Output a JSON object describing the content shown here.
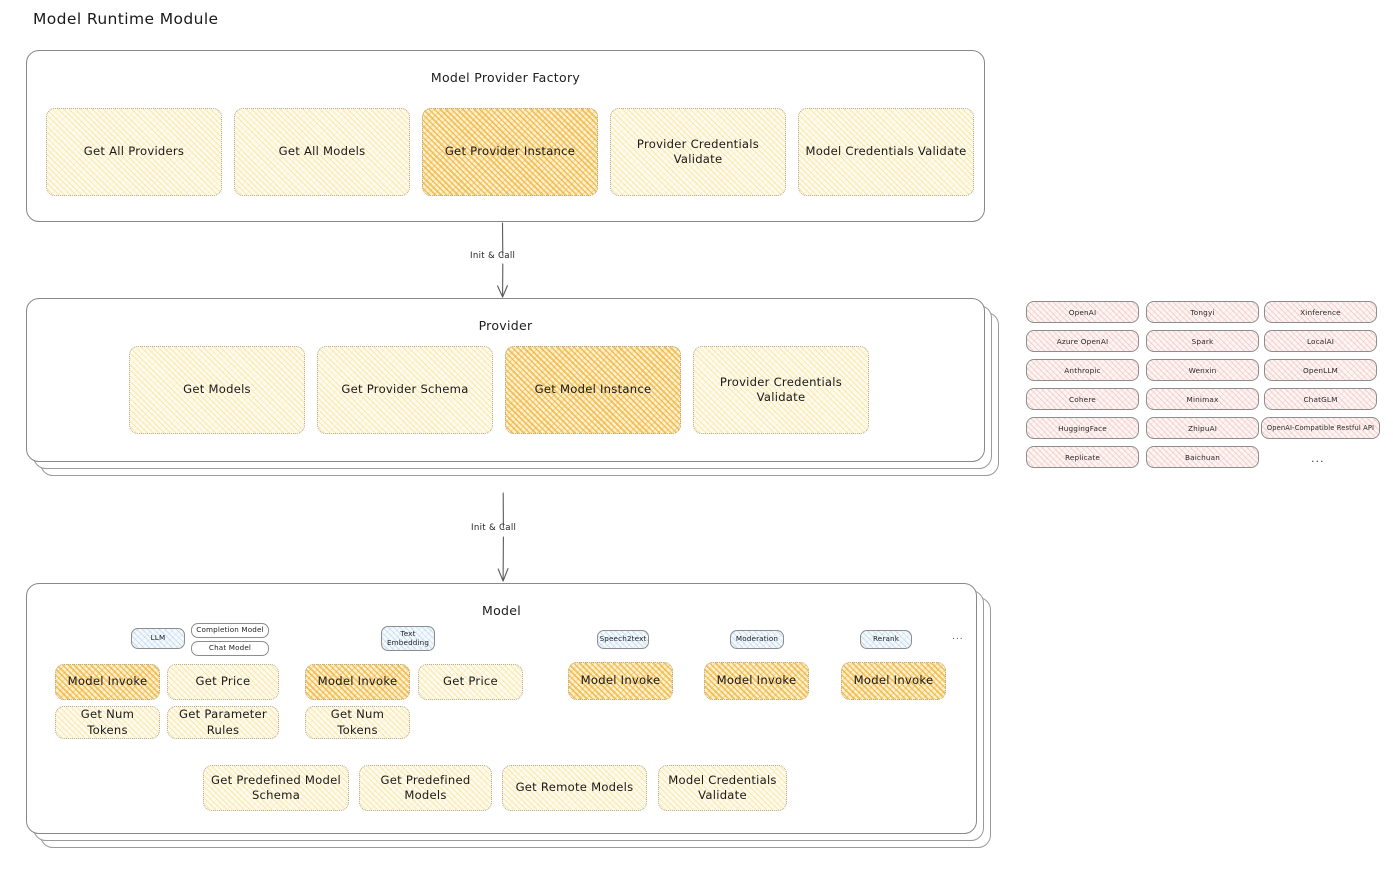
{
  "page": {
    "title": "Model Runtime Module"
  },
  "arrows": {
    "factory_to_provider": "Init & Call",
    "provider_to_model": "Init & Call"
  },
  "factory": {
    "title": "Model Provider Factory",
    "boxes": [
      {
        "label": "Get All Providers",
        "highlight": false
      },
      {
        "label": "Get All Models",
        "highlight": false
      },
      {
        "label": "Get Provider Instance",
        "highlight": true
      },
      {
        "label": "Provider Credentials Validate",
        "highlight": false
      },
      {
        "label": "Model Credentials Validate",
        "highlight": false
      }
    ]
  },
  "provider": {
    "title": "Provider",
    "boxes": [
      {
        "label": "Get Models",
        "highlight": false
      },
      {
        "label": "Get Provider Schema",
        "highlight": false
      },
      {
        "label": "Get Model Instance",
        "highlight": true
      },
      {
        "label": "Provider Credentials Validate",
        "highlight": false
      }
    ]
  },
  "provider_list": {
    "column1": [
      "OpenAI",
      "Azure OpenAI",
      "Anthropic",
      "Cohere",
      "HuggingFace",
      "Replicate"
    ],
    "column2": [
      "Tongyi",
      "Spark",
      "Wenxin",
      "Minimax",
      "ZhipuAI",
      "Baichuan"
    ],
    "column3": [
      "Xinference",
      "LocalAI",
      "OpenLLM",
      "ChatGLM",
      "OpenAI-Compatible Restful API"
    ],
    "more": "..."
  },
  "model": {
    "title": "Model",
    "more": "...",
    "types": [
      {
        "badge": "LLM",
        "subbadges": [
          "Completion Model",
          "Chat Model"
        ],
        "boxes": [
          {
            "label": "Model Invoke",
            "highlight": true
          },
          {
            "label": "Get Price",
            "highlight": false
          },
          {
            "label": "Get Num Tokens",
            "highlight": false
          },
          {
            "label": "Get Parameter Rules",
            "highlight": false
          }
        ]
      },
      {
        "badge": "Text Embedding",
        "subbadges": [],
        "boxes": [
          {
            "label": "Model Invoke",
            "highlight": true
          },
          {
            "label": "Get Price",
            "highlight": false
          },
          {
            "label": "Get Num Tokens",
            "highlight": false
          }
        ]
      },
      {
        "badge": "Speech2text",
        "subbadges": [],
        "boxes": [
          {
            "label": "Model Invoke",
            "highlight": true
          }
        ]
      },
      {
        "badge": "Moderation",
        "subbadges": [],
        "boxes": [
          {
            "label": "Model Invoke",
            "highlight": true
          }
        ]
      },
      {
        "badge": "Rerank",
        "subbadges": [],
        "boxes": [
          {
            "label": "Model Invoke",
            "highlight": true
          }
        ]
      }
    ],
    "common_boxes": [
      {
        "label": "Get Predefined Model Schema"
      },
      {
        "label": "Get Predefined Models"
      },
      {
        "label": "Get Remote Models"
      },
      {
        "label": "Model Credentials Validate"
      }
    ]
  },
  "colors": {
    "highlight_fill": "#f0ac2d",
    "normal_fill": "#f6ce5a",
    "provider_pill": "#e2827d",
    "badge_blue": "#78aadc",
    "stroke": "#888888"
  }
}
